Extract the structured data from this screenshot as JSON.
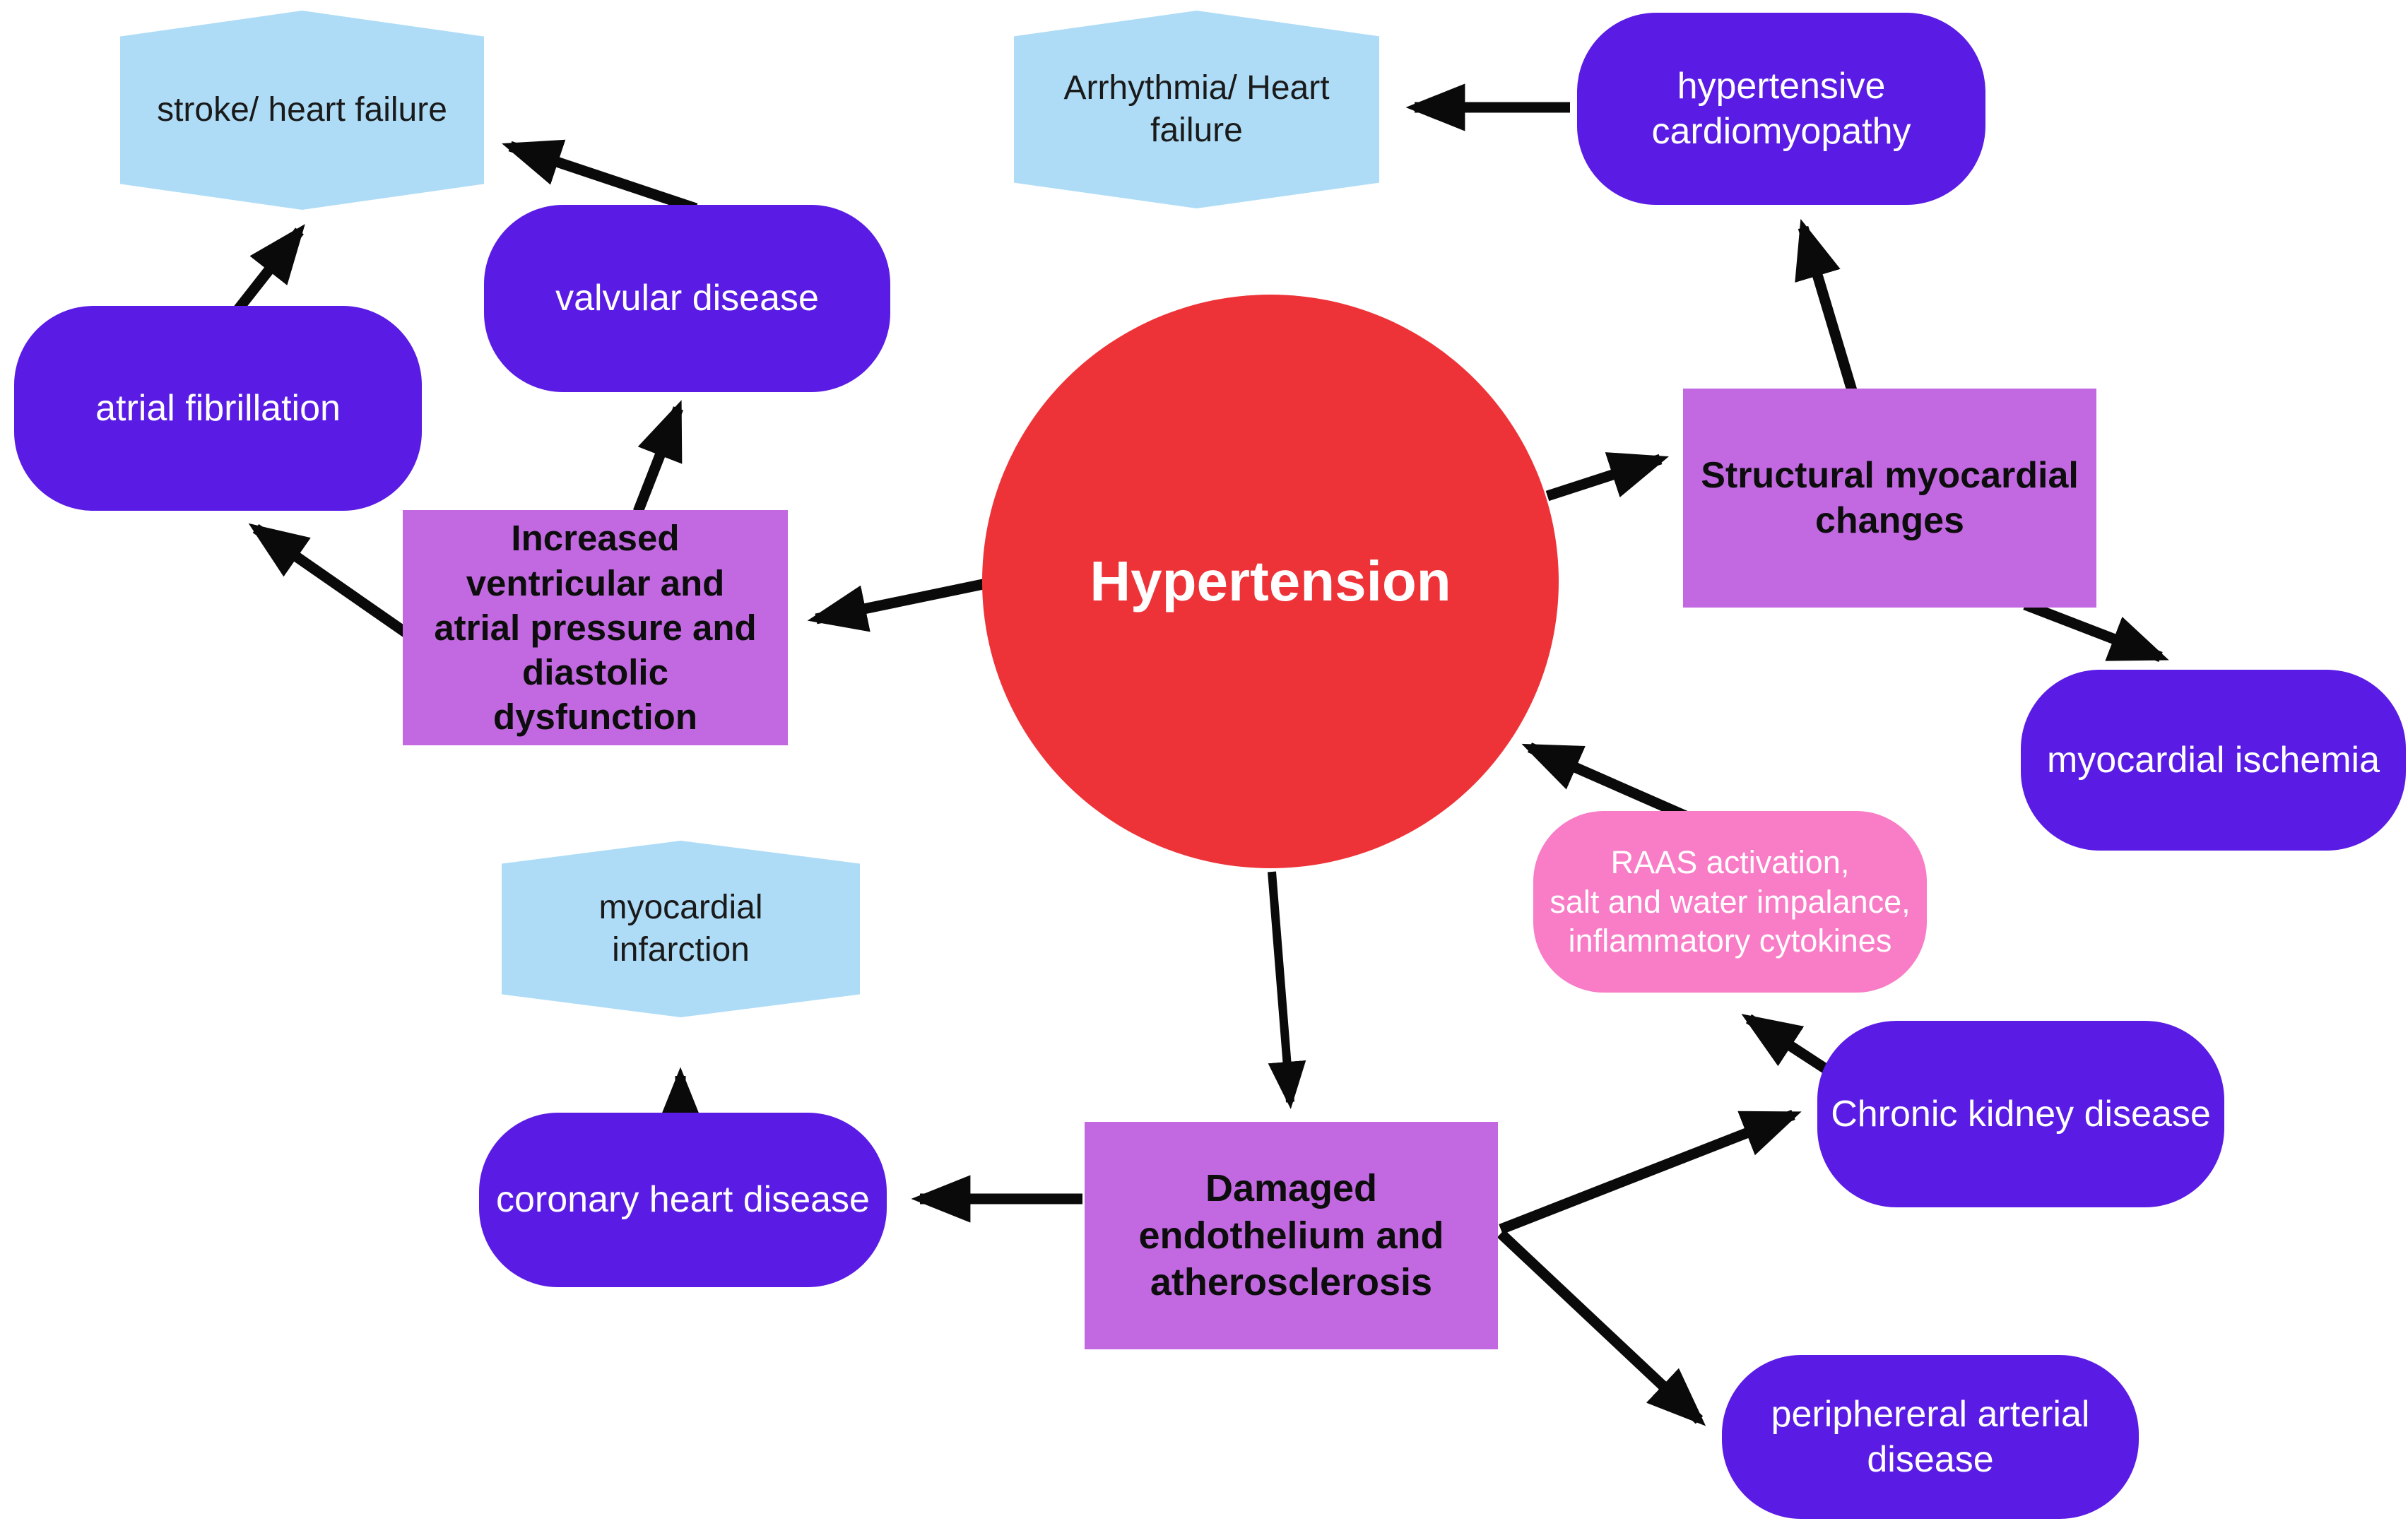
{
  "palette": {
    "background": "#ffffff",
    "node_purple": "#5a1ce4",
    "node_orchid": "#c269e2",
    "node_pink": "#f97cc7",
    "node_lightblue": "#aedcf7",
    "node_red": "#ee3338",
    "arrow_black": "#0a0a0a",
    "text_on_dark": "#ffffff",
    "text_on_light": "#1a1a1a"
  },
  "nodes": {
    "hypertension": {
      "label": "Hypertension",
      "shape": "circle",
      "color": "#ee3338"
    },
    "stroke_heart_failure": {
      "label": "stroke/ heart failure",
      "shape": "hexagon",
      "color": "#aedcf7"
    },
    "arrhythmia_heart_failure": {
      "label": "Arrhythmia/ Heart\nfailure",
      "shape": "hexagon",
      "color": "#aedcf7"
    },
    "hypertensive_cardiomyopathy": {
      "label": "hypertensive\ncardiomyopathy",
      "shape": "rounded",
      "color": "#5a1ce4"
    },
    "valvular_disease": {
      "label": "valvular disease",
      "shape": "rounded",
      "color": "#5a1ce4"
    },
    "atrial_fibrillation": {
      "label": "atrial fibrillation",
      "shape": "rounded",
      "color": "#5a1ce4"
    },
    "increased_pressure": {
      "label": "Increased\nventricular and\natrial pressure and\ndiastolic\ndysfunction",
      "shape": "rectangle",
      "color": "#c269e2"
    },
    "structural_changes": {
      "label": "Structural myocardial\nchanges",
      "shape": "rectangle",
      "color": "#c269e2"
    },
    "myocardial_ischemia": {
      "label": "myocardial ischemia",
      "shape": "rounded",
      "color": "#5a1ce4"
    },
    "raas": {
      "label": "RAAS activation,\nsalt and water impalance,\ninflammatory cytokines",
      "shape": "rounded",
      "color": "#f97cc7"
    },
    "chronic_kidney_disease": {
      "label": "Chronic kidney disease",
      "shape": "rounded",
      "color": "#5a1ce4"
    },
    "myocardial_infarction": {
      "label": "myocardial\ninfarction",
      "shape": "hexagon",
      "color": "#aedcf7"
    },
    "coronary_heart_disease": {
      "label": "coronary heart disease",
      "shape": "rounded",
      "color": "#5a1ce4"
    },
    "damaged_endothelium": {
      "label": "Damaged\nendothelium and\natherosclerosis",
      "shape": "rectangle",
      "color": "#c269e2"
    },
    "peripheral_arterial_disease": {
      "label": "periphereral arterial\ndisease",
      "shape": "rounded",
      "color": "#5a1ce4"
    }
  },
  "edges": [
    {
      "from": "valvular_disease",
      "to": "stroke_heart_failure"
    },
    {
      "from": "atrial_fibrillation",
      "to": "stroke_heart_failure"
    },
    {
      "from": "increased_pressure",
      "to": "atrial_fibrillation"
    },
    {
      "from": "increased_pressure",
      "to": "valvular_disease"
    },
    {
      "from": "hypertension",
      "to": "increased_pressure"
    },
    {
      "from": "hypertension",
      "to": "structural_changes"
    },
    {
      "from": "structural_changes",
      "to": "hypertensive_cardiomyopathy"
    },
    {
      "from": "hypertensive_cardiomyopathy",
      "to": "arrhythmia_heart_failure"
    },
    {
      "from": "structural_changes",
      "to": "myocardial_ischemia"
    },
    {
      "from": "hypertension",
      "to": "damaged_endothelium"
    },
    {
      "from": "raas",
      "to": "hypertension"
    },
    {
      "from": "chronic_kidney_disease",
      "to": "raas"
    },
    {
      "from": "damaged_endothelium",
      "to": "chronic_kidney_disease"
    },
    {
      "from": "damaged_endothelium",
      "to": "peripheral_arterial_disease"
    },
    {
      "from": "damaged_endothelium",
      "to": "coronary_heart_disease"
    },
    {
      "from": "coronary_heart_disease",
      "to": "myocardial_infarction"
    }
  ]
}
